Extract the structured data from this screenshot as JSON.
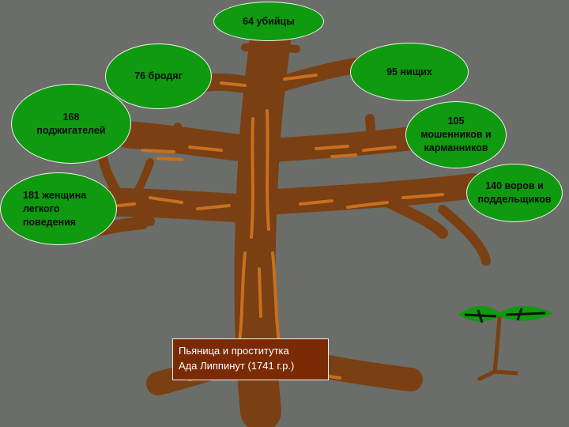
{
  "branches": [
    {
      "id": "killers",
      "label": "64 убийцы"
    },
    {
      "id": "vagrants",
      "label": "76 бродяг"
    },
    {
      "id": "beggars",
      "label": "95 нищих"
    },
    {
      "id": "arsonists",
      "label": "168\nподжигателей"
    },
    {
      "id": "swindlers",
      "label": "105\nмошенников и\nкарманников"
    },
    {
      "id": "thieves",
      "label": "140 воров и\nподдельщиков"
    },
    {
      "id": "women",
      "label": "181 женщина\nлегкого\nповедения"
    }
  ],
  "root": {
    "label": "Пьяница и проститутка\nАда Липпинут (1741 г.р.)"
  },
  "colors": {
    "background": "#6b6d69",
    "trunk": "#7a3f12",
    "streak": "#c8701f",
    "leaf": "#0f9a10",
    "caption": "#7b2a06"
  }
}
